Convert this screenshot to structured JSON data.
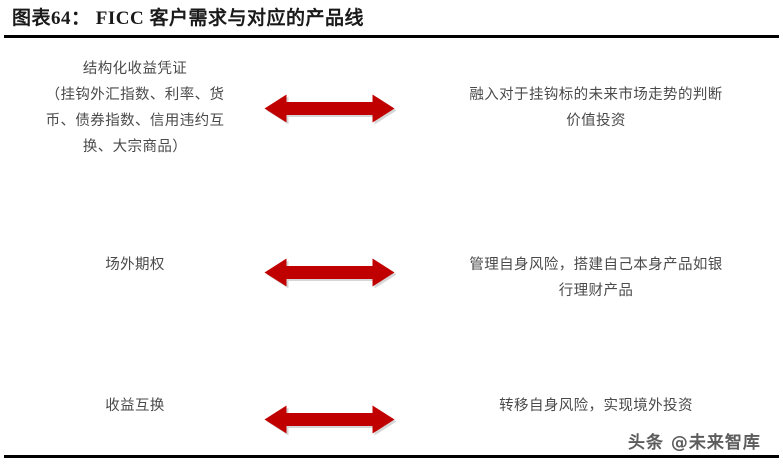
{
  "figure": {
    "title": "图表64：  FICC 客户需求与对应的产品线",
    "accent_color": "#C00000",
    "text_color": "#4a4a4a",
    "rule_color": "#000000",
    "background": "#ffffff"
  },
  "rows": [
    {
      "left_label": "结构化收益凭证\n（挂钩外汇指数、利率、货\n币、债券指数、信用违约互\n换、大宗商品）",
      "arrow": "double-headed-arrow",
      "right_label": "融入对于挂钩标的未来市场走势的判断\n价值投资"
    },
    {
      "left_label": "场外期权",
      "arrow": "double-headed-arrow",
      "right_label": "管理自身风险，搭建自己本身产品如银\n行理财产品"
    },
    {
      "left_label": "收益互换",
      "arrow": "double-headed-arrow",
      "right_label": "转移自身风险，实现境外投资"
    }
  ],
  "watermark": {
    "text": "头条 @未来智库"
  }
}
